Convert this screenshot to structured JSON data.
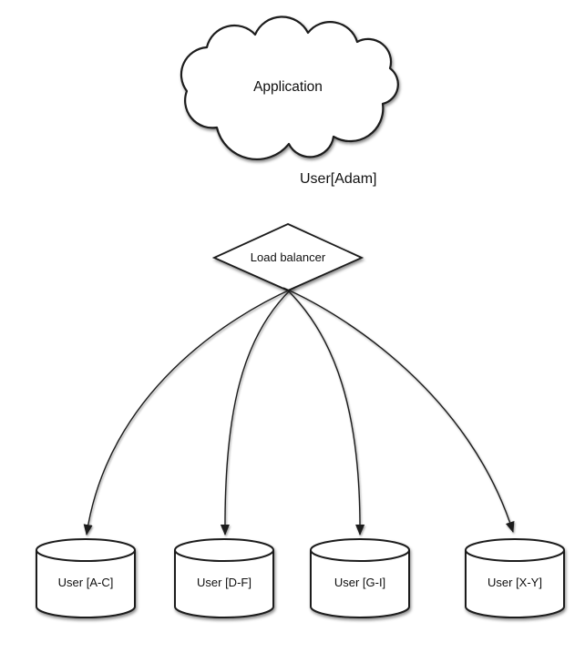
{
  "diagram": {
    "application": {
      "label": "Application"
    },
    "request_edge": {
      "label": "User[Adam]"
    },
    "load_balancer": {
      "label": "Load balancer"
    },
    "shards": [
      {
        "label": "User [A-C]"
      },
      {
        "label": "User [D-F]"
      },
      {
        "label": "User [G-I]"
      },
      {
        "label": "User [X-Y]"
      }
    ],
    "colors": {
      "stroke": "#1a1a1a",
      "shape_fill": "#ffffff",
      "background": "#ffffff"
    }
  }
}
